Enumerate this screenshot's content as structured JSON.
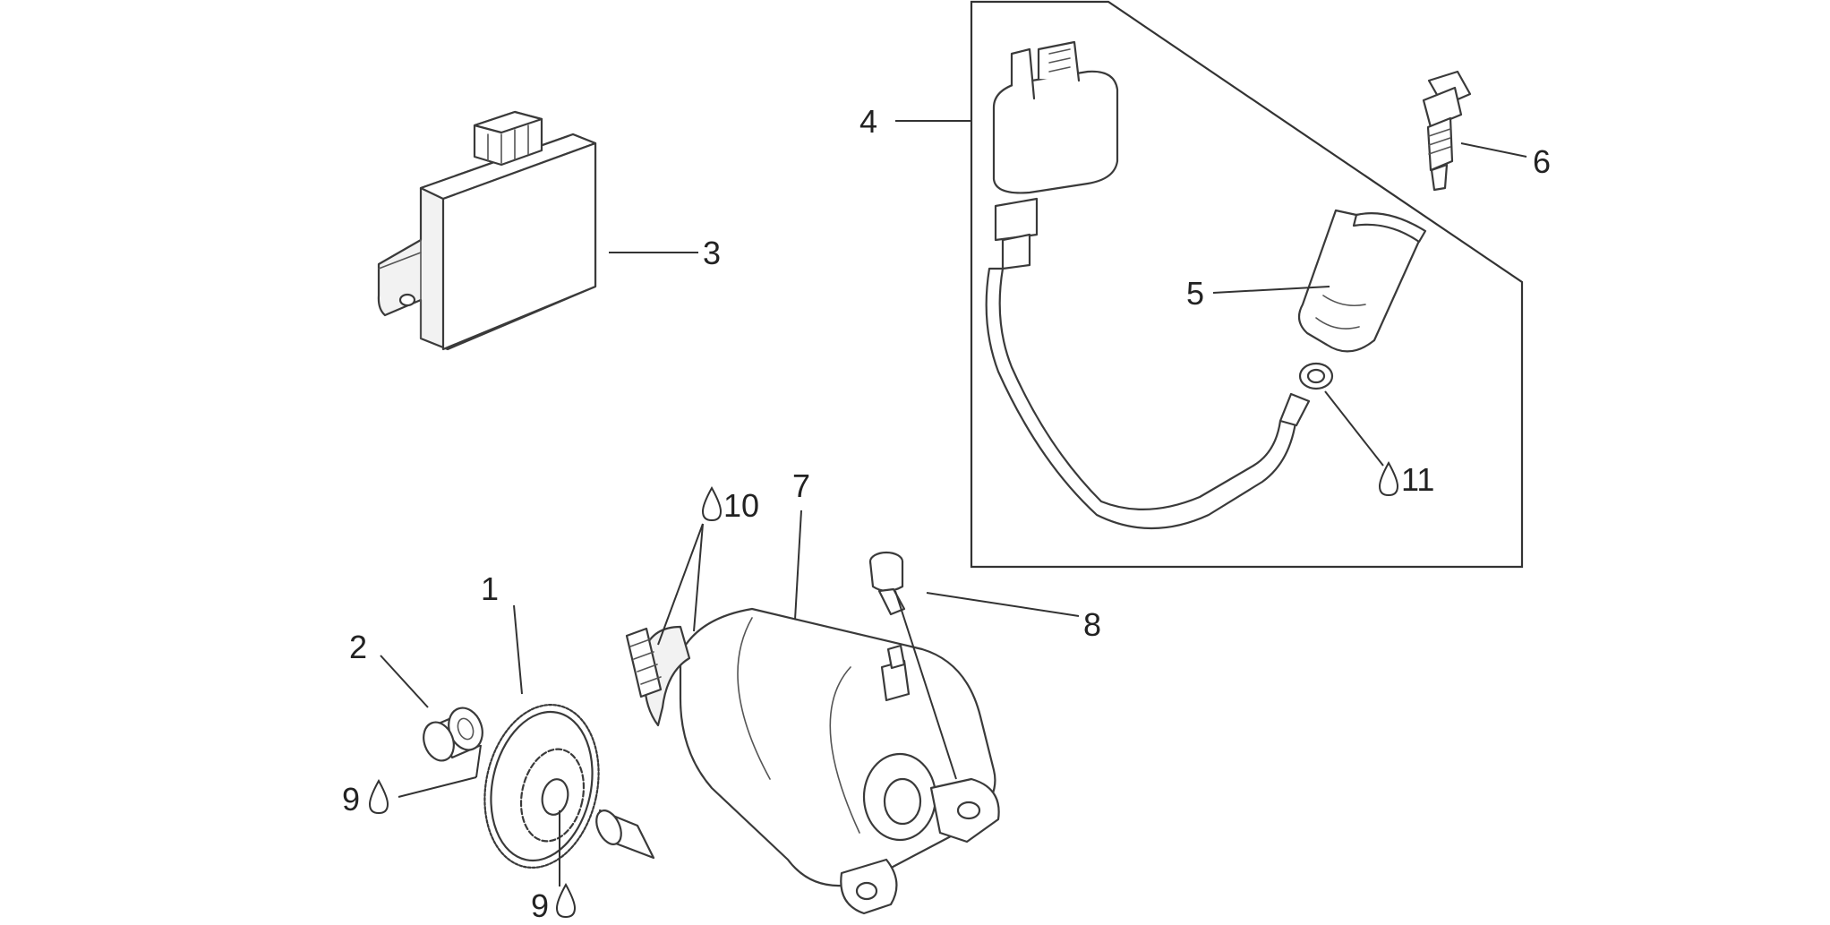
{
  "callouts": [
    {
      "id": "c1",
      "text": "1"
    },
    {
      "id": "c2",
      "text": "2"
    },
    {
      "id": "c3",
      "text": "3"
    },
    {
      "id": "c4",
      "text": "4"
    },
    {
      "id": "c5",
      "text": "5"
    },
    {
      "id": "c6",
      "text": "6"
    },
    {
      "id": "c7",
      "text": "7"
    },
    {
      "id": "c8",
      "text": "8"
    },
    {
      "id": "c9a",
      "text": "9"
    },
    {
      "id": "c9b",
      "text": "9"
    },
    {
      "id": "c10",
      "text": "10"
    },
    {
      "id": "c11",
      "text": "11"
    }
  ],
  "icons": {
    "lubricant": "oil-drop-icon"
  },
  "colors": {
    "line": "#3a3a3a",
    "background": "#ffffff"
  }
}
